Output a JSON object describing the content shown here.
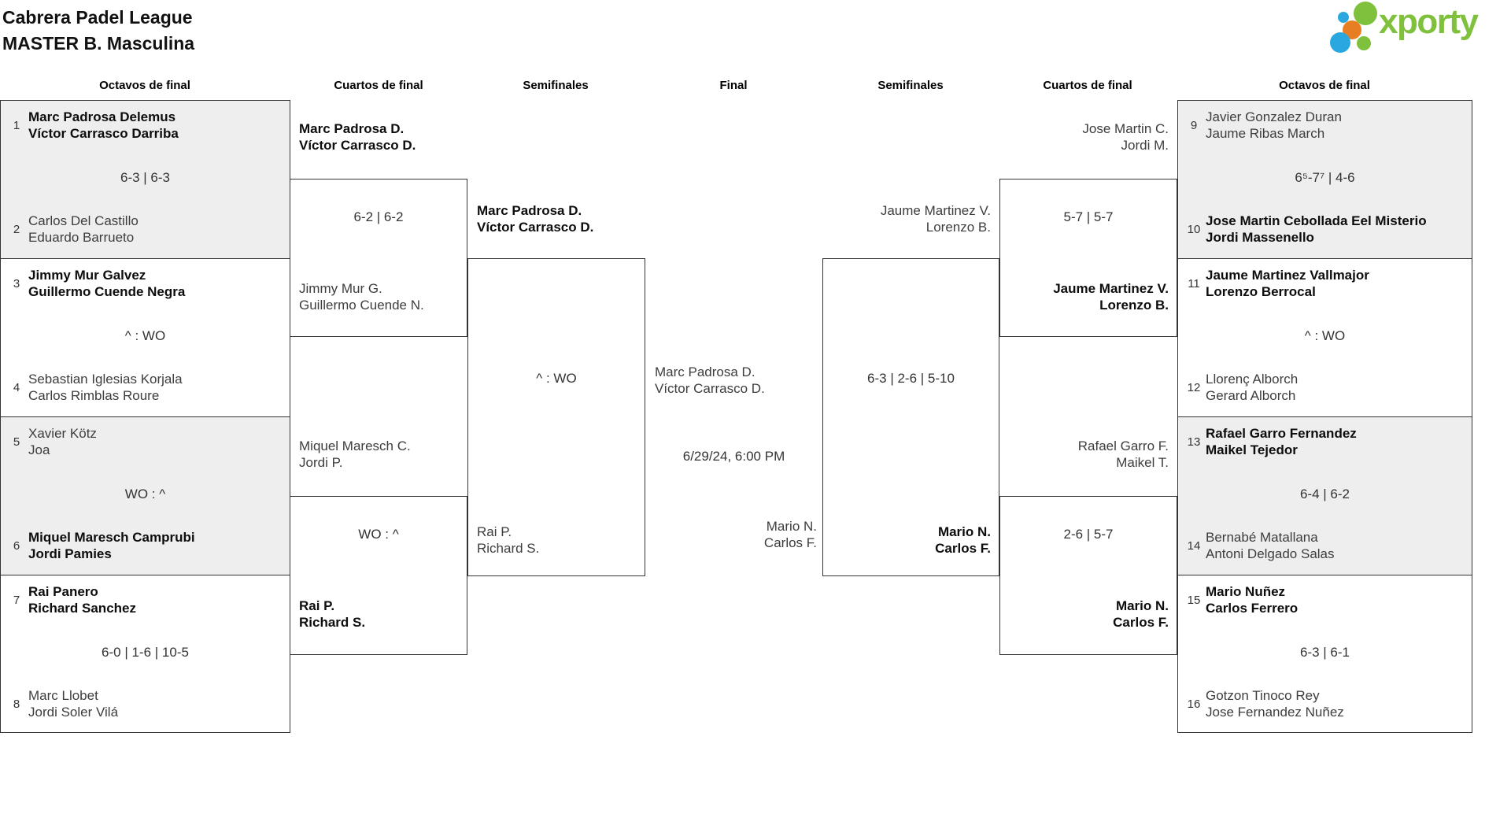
{
  "title": {
    "line1": "Cabrera Padel League",
    "line2": "MASTER B. Masculina"
  },
  "brand": {
    "name": "xporty",
    "green": "#7fc13c",
    "blue": "#29a8e0",
    "orange": "#e87e23"
  },
  "round_headers": [
    "Octavos de final",
    "Cuartos de final",
    "Semifinales",
    "Final",
    "Semifinales",
    "Cuartos de final",
    "Octavos de final"
  ],
  "octavos_left": [
    {
      "seed1": "1",
      "team1": "Marc Padrosa Delemus\nVíctor Carrasco Darriba",
      "team1_bold": true,
      "score": "6-3 | 6-3",
      "seed2": "2",
      "team2": "Carlos Del Castillo\nEduardo Barrueto",
      "team2_bold": false
    },
    {
      "seed1": "3",
      "team1": "Jimmy Mur Galvez\nGuillermo Cuende Negra",
      "team1_bold": true,
      "score": "^ : WO",
      "seed2": "4",
      "team2": "Sebastian Iglesias Korjala\nCarlos Rimblas Roure",
      "team2_bold": false
    },
    {
      "seed1": "5",
      "team1": "Xavier Kötz\nJoa",
      "team1_bold": false,
      "score": "WO : ^",
      "seed2": "6",
      "team2": "Miquel Maresch Camprubi\nJordi Pamies",
      "team2_bold": true
    },
    {
      "seed1": "7",
      "team1": "Rai Panero\nRichard Sanchez",
      "team1_bold": true,
      "score": "6-0 | 1-6 | 10-5",
      "seed2": "8",
      "team2": "Marc Llobet\nJordi Soler Vilá",
      "team2_bold": false
    }
  ],
  "cuartos_left": [
    {
      "team1": "Marc Padrosa D.\nVíctor Carrasco D.",
      "team1_bold": true,
      "score": "6-2 | 6-2",
      "team2": "Jimmy Mur G.\nGuillermo Cuende N.",
      "team2_bold": false
    },
    {
      "team1": "Miquel Maresch C.\nJordi P.",
      "team1_bold": false,
      "score": "WO : ^",
      "team2": "Rai P.\nRichard S.",
      "team2_bold": true
    }
  ],
  "semifinal_left": {
    "team1": "Marc Padrosa D.\nVíctor Carrasco D.",
    "team1_bold": true,
    "score": "^ : WO",
    "team2": "Rai P.\nRichard S.",
    "team2_bold": false
  },
  "final": {
    "team1": "Marc Padrosa D.\nVíctor Carrasco D.",
    "team1_bold": false,
    "schedule": "6/29/24, 6:00 PM",
    "team2": "Mario N.\nCarlos F.",
    "team2_bold": false
  },
  "semifinal_right": {
    "team1": "Jaume Martinez V.\nLorenzo B.",
    "team1_bold": false,
    "score": "6-3 | 2-6 | 5-10",
    "team2": "Mario N.\nCarlos F.",
    "team2_bold": true
  },
  "cuartos_right": [
    {
      "team1": "Jose Martin C.\nJordi M.",
      "team1_bold": false,
      "score": "5-7 | 5-7",
      "team2": "Jaume Martinez V.\nLorenzo B.",
      "team2_bold": true
    },
    {
      "team1": "Rafael Garro F.\nMaikel T.",
      "team1_bold": false,
      "score": "2-6 | 5-7",
      "team2": "Mario N.\nCarlos F.",
      "team2_bold": true
    }
  ],
  "octavos_right": [
    {
      "seed1": "9",
      "team1": "Javier Gonzalez Duran\nJaume Ribas March",
      "team1_bold": false,
      "score": "6⁵-7⁷ | 4-6",
      "seed2": "10",
      "team2": "Jose Martin Cebollada Eel Misterio\nJordi Massenello",
      "team2_bold": true
    },
    {
      "seed1": "11",
      "team1": "Jaume Martinez Vallmajor\nLorenzo Berrocal",
      "team1_bold": true,
      "score": "^ : WO",
      "seed2": "12",
      "team2": "Llorenç Alborch\nGerard Alborch",
      "team2_bold": false
    },
    {
      "seed1": "13",
      "team1": "Rafael Garro Fernandez\nMaikel Tejedor",
      "team1_bold": true,
      "score": "6-4 | 6-2",
      "seed2": "14",
      "team2": "Bernabé Matallana\nAntoni Delgado Salas",
      "team2_bold": false
    },
    {
      "seed1": "15",
      "team1": "Mario Nuñez\nCarlos Ferrero",
      "team1_bold": true,
      "score": "6-3 | 6-1",
      "seed2": "16",
      "team2": "Gotzon Tinoco Rey\nJose Fernandez Nuñez",
      "team2_bold": false
    }
  ]
}
